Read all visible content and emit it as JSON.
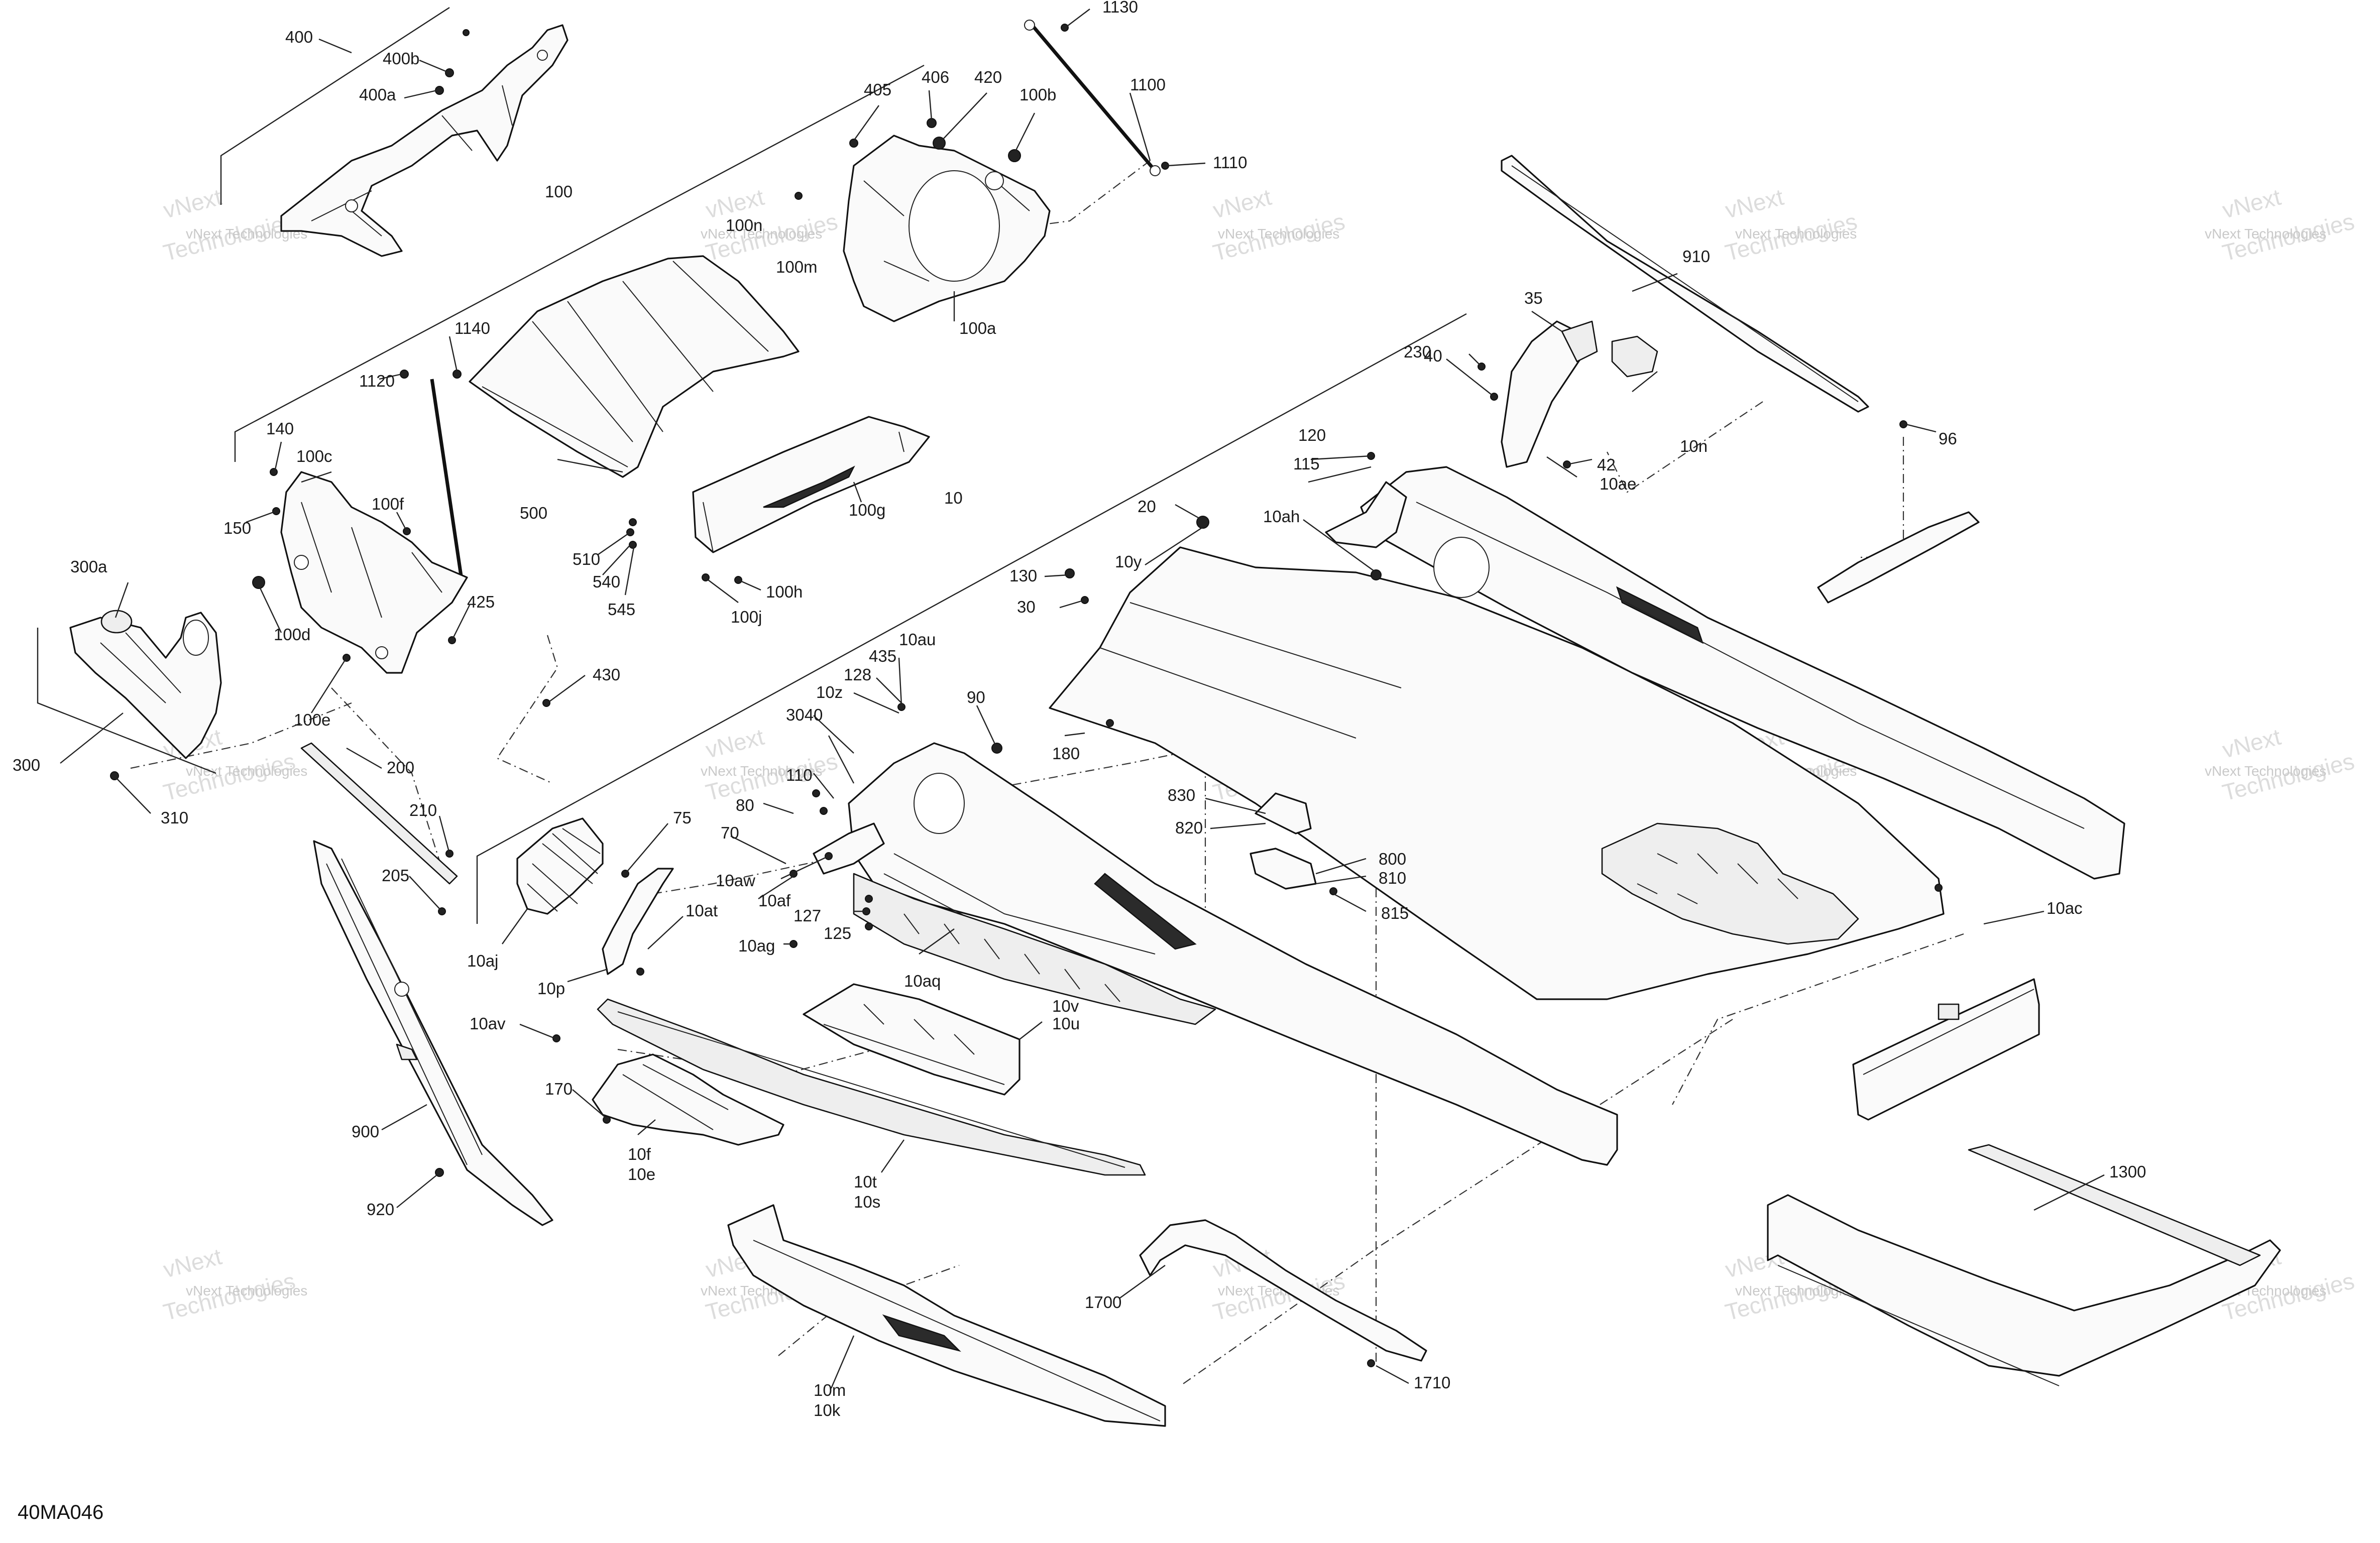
{
  "diagram": {
    "code": "40MA046",
    "watermark": {
      "line1": "vNext Technologies",
      "line2": "vNext",
      "line3": "Technologies"
    },
    "callouts": [
      {
        "id": "400",
        "text": "400"
      },
      {
        "id": "400b",
        "text": "400b"
      },
      {
        "id": "400a",
        "text": "400a"
      },
      {
        "id": "100",
        "text": "100"
      },
      {
        "id": "1130",
        "text": "1130"
      },
      {
        "id": "406",
        "text": "406"
      },
      {
        "id": "420",
        "text": "420"
      },
      {
        "id": "405",
        "text": "405"
      },
      {
        "id": "100b",
        "text": "100b"
      },
      {
        "id": "1100",
        "text": "1100"
      },
      {
        "id": "1110",
        "text": "1110"
      },
      {
        "id": "100n",
        "text": "100n"
      },
      {
        "id": "100m",
        "text": "100m"
      },
      {
        "id": "100a",
        "text": "100a"
      },
      {
        "id": "910",
        "text": "910"
      },
      {
        "id": "35",
        "text": "35"
      },
      {
        "id": "230",
        "text": "230"
      },
      {
        "id": "40",
        "text": "40"
      },
      {
        "id": "10n",
        "text": "10n"
      },
      {
        "id": "42",
        "text": "42"
      },
      {
        "id": "10ae",
        "text": "10ae"
      },
      {
        "id": "96",
        "text": "96"
      },
      {
        "id": "1140",
        "text": "1140"
      },
      {
        "id": "1120",
        "text": "1120"
      },
      {
        "id": "140",
        "text": "140"
      },
      {
        "id": "100c",
        "text": "100c"
      },
      {
        "id": "100f",
        "text": "100f"
      },
      {
        "id": "150",
        "text": "150"
      },
      {
        "id": "500",
        "text": "500"
      },
      {
        "id": "510",
        "text": "510"
      },
      {
        "id": "540",
        "text": "540"
      },
      {
        "id": "545",
        "text": "545"
      },
      {
        "id": "100g",
        "text": "100g"
      },
      {
        "id": "100h",
        "text": "100h"
      },
      {
        "id": "100j",
        "text": "100j"
      },
      {
        "id": "10",
        "text": "10"
      },
      {
        "id": "120",
        "text": "120"
      },
      {
        "id": "115",
        "text": "115"
      },
      {
        "id": "20",
        "text": "20"
      },
      {
        "id": "10ah",
        "text": "10ah"
      },
      {
        "id": "130",
        "text": "130"
      },
      {
        "id": "10y",
        "text": "10y"
      },
      {
        "id": "30",
        "text": "30"
      },
      {
        "id": "300a",
        "text": "300a"
      },
      {
        "id": "100d",
        "text": "100d"
      },
      {
        "id": "425",
        "text": "425"
      },
      {
        "id": "430",
        "text": "430"
      },
      {
        "id": "100e",
        "text": "100e"
      },
      {
        "id": "300",
        "text": "300"
      },
      {
        "id": "310",
        "text": "310"
      },
      {
        "id": "200",
        "text": "200"
      },
      {
        "id": "210",
        "text": "210"
      },
      {
        "id": "205",
        "text": "205"
      },
      {
        "id": "435",
        "text": "435"
      },
      {
        "id": "10au",
        "text": "10au"
      },
      {
        "id": "128",
        "text": "128"
      },
      {
        "id": "10z",
        "text": "10z"
      },
      {
        "id": "3040",
        "text": "3040"
      },
      {
        "id": "90",
        "text": "90"
      },
      {
        "id": "180",
        "text": "180"
      },
      {
        "id": "110",
        "text": "110"
      },
      {
        "id": "80",
        "text": "80"
      },
      {
        "id": "70",
        "text": "70"
      },
      {
        "id": "10aw",
        "text": "10aw"
      },
      {
        "id": "10af",
        "text": "10af"
      },
      {
        "id": "127",
        "text": "127"
      },
      {
        "id": "125",
        "text": "125"
      },
      {
        "id": "10ag",
        "text": "10ag"
      },
      {
        "id": "75",
        "text": "75"
      },
      {
        "id": "10at",
        "text": "10at"
      },
      {
        "id": "10aj",
        "text": "10aj"
      },
      {
        "id": "10p",
        "text": "10p"
      },
      {
        "id": "830",
        "text": "830"
      },
      {
        "id": "820",
        "text": "820"
      },
      {
        "id": "800",
        "text": "800"
      },
      {
        "id": "810",
        "text": "810"
      },
      {
        "id": "815",
        "text": "815"
      },
      {
        "id": "10aq",
        "text": "10aq"
      },
      {
        "id": "10ac",
        "text": "10ac"
      },
      {
        "id": "10av",
        "text": "10av"
      },
      {
        "id": "10v",
        "text": "10v"
      },
      {
        "id": "10u",
        "text": "10u"
      },
      {
        "id": "170",
        "text": "170"
      },
      {
        "id": "900",
        "text": "900"
      },
      {
        "id": "10f",
        "text": "10f"
      },
      {
        "id": "10e",
        "text": "10e"
      },
      {
        "id": "10t",
        "text": "10t"
      },
      {
        "id": "10s",
        "text": "10s"
      },
      {
        "id": "920",
        "text": "920"
      },
      {
        "id": "1300",
        "text": "1300"
      },
      {
        "id": "1700",
        "text": "1700"
      },
      {
        "id": "1710",
        "text": "1710"
      },
      {
        "id": "10m",
        "text": "10m"
      },
      {
        "id": "10k",
        "text": "10k"
      }
    ]
  }
}
